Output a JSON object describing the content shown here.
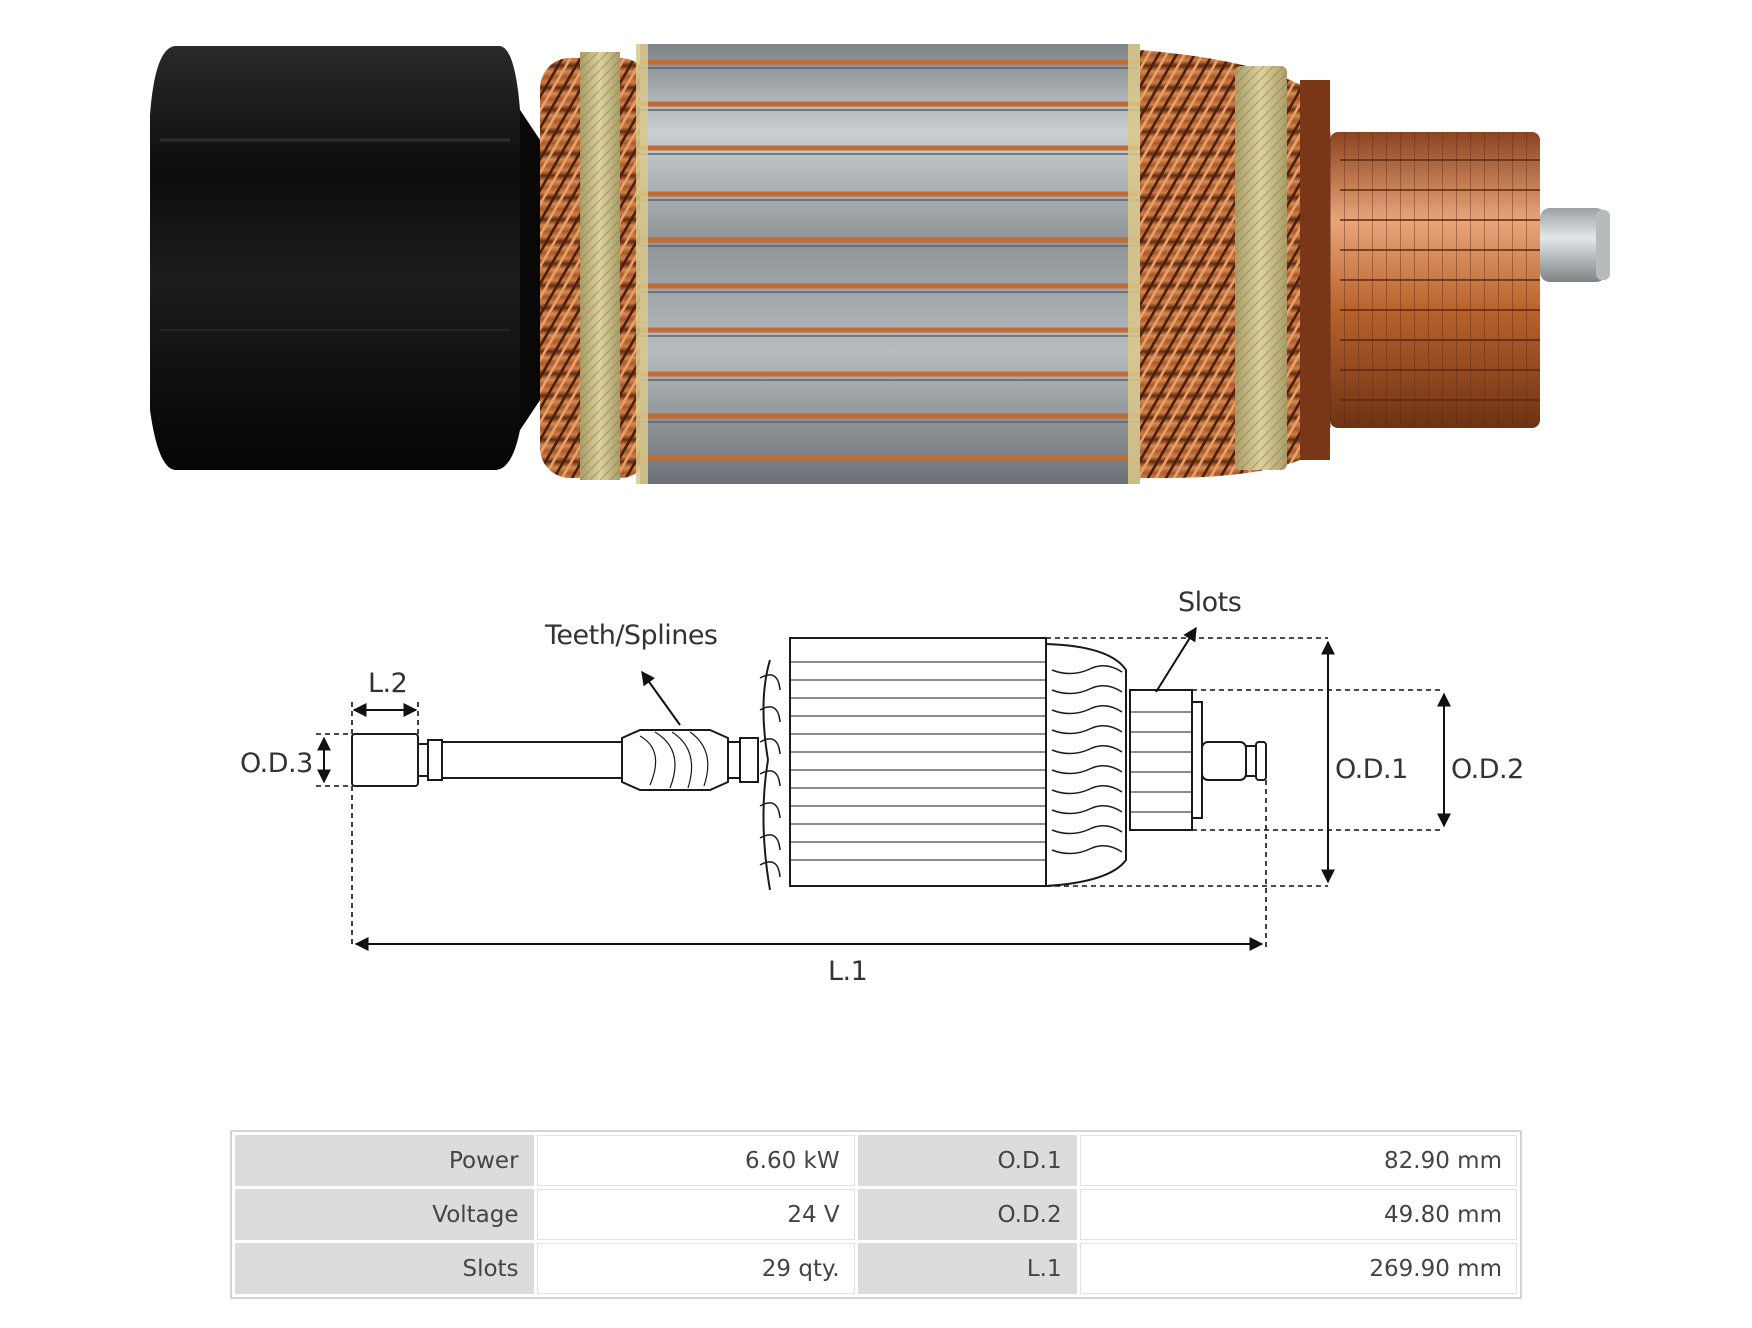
{
  "labels": {
    "teeth_splines": "Teeth/Splines",
    "slots": "Slots",
    "l2": "L.2",
    "l1": "L.1",
    "od1": "O.D.1",
    "od2": "O.D.2",
    "od3": "O.D.3"
  },
  "specs": [
    {
      "label": "Power",
      "value": "6.60 kW",
      "label2": "O.D.1",
      "value2": "82.90 mm"
    },
    {
      "label": "Voltage",
      "value": "24 V",
      "label2": "O.D.2",
      "value2": "49.80 mm"
    },
    {
      "label": "Slots",
      "value": "29 qty.",
      "label2": "L.1",
      "value2": "269.90 mm"
    }
  ],
  "colors": {
    "copper": "#b8632c",
    "steel": "#9aa0a4",
    "black_housing": "#111111",
    "insulation_tape": "#c9bd8a",
    "line": "#222222",
    "table_key_bg": "#dcdcdc"
  }
}
